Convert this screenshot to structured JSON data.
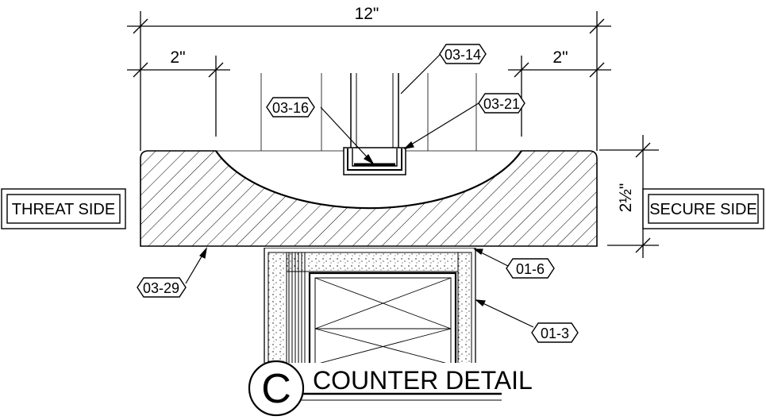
{
  "dimensions": {
    "overall": "12\"",
    "left_edge": "2\"",
    "right_edge": "2\"",
    "thickness": "2½\""
  },
  "tags": {
    "t0314": "03-14",
    "t0316": "03-16",
    "t0321": "03-21",
    "t0329": "03-29",
    "t016": "01-6",
    "t013": "01-3"
  },
  "sides": {
    "threat": "THREAT SIDE",
    "secure": "SECURE SIDE"
  },
  "title": {
    "bubble": "C",
    "text": "COUNTER DETAIL"
  }
}
